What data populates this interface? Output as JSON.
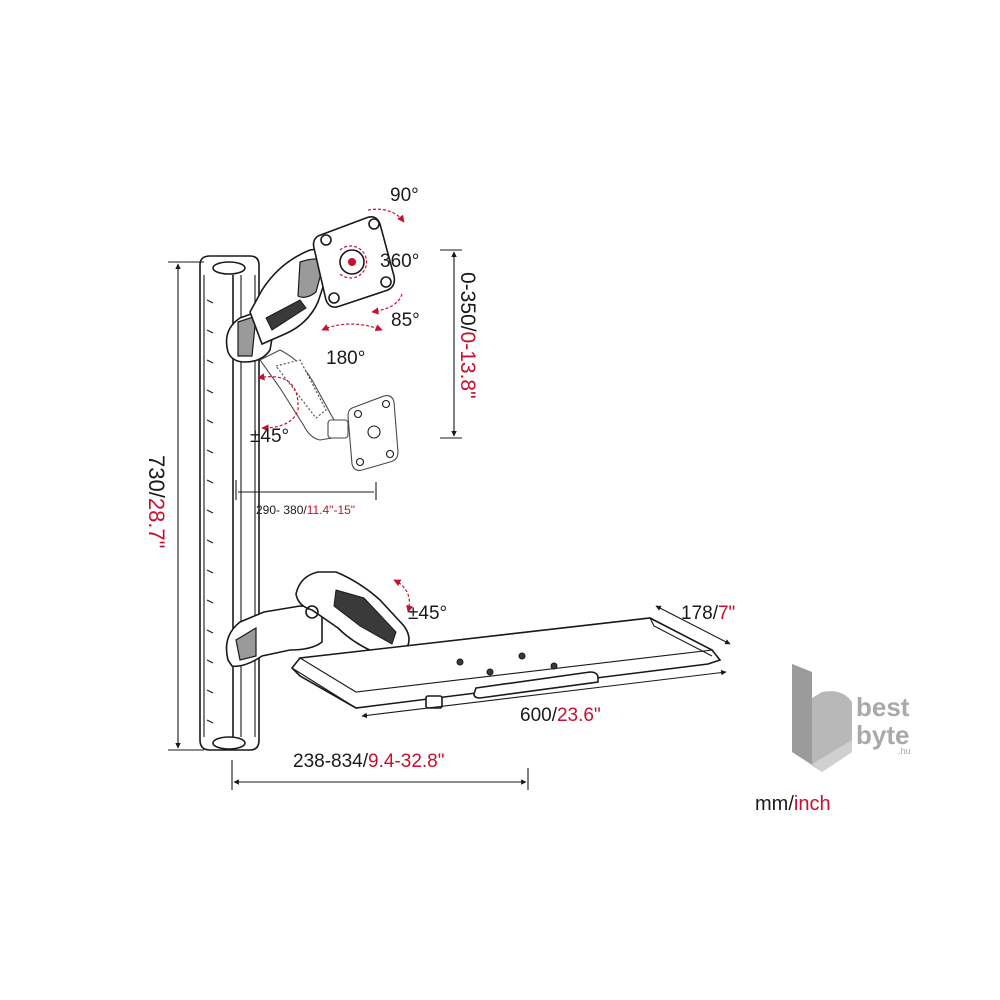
{
  "dimensions": {
    "height_total": {
      "mm": "730/",
      "inch": "28.7\""
    },
    "monitor_height": {
      "mm": "0-350/",
      "inch": "0-13.8\""
    },
    "monitor_reach": {
      "mm": "290- 380/",
      "inch": "11.4\"-15\""
    },
    "keyboard_reach": {
      "mm": "238-834/",
      "inch": "9.4-32.8\""
    },
    "tray_width": {
      "mm": "600/",
      "inch": "23.6\""
    },
    "tray_depth": {
      "mm": "178/",
      "inch": "7\""
    }
  },
  "angles": {
    "tilt_top": "90°",
    "rotation": "360°",
    "tilt_down": "85°",
    "swivel": "180°",
    "arm_swivel": "±45°",
    "keyboard_swivel": "±45°"
  },
  "units": {
    "mm": "mm/",
    "inch": "inch"
  },
  "logo": {
    "line1": "best",
    "line2": "byte",
    "suffix": ".hu"
  },
  "colors": {
    "accent": "#c8102e",
    "ink": "#1a1a1a",
    "logo_gray": "#a9a9a9"
  }
}
